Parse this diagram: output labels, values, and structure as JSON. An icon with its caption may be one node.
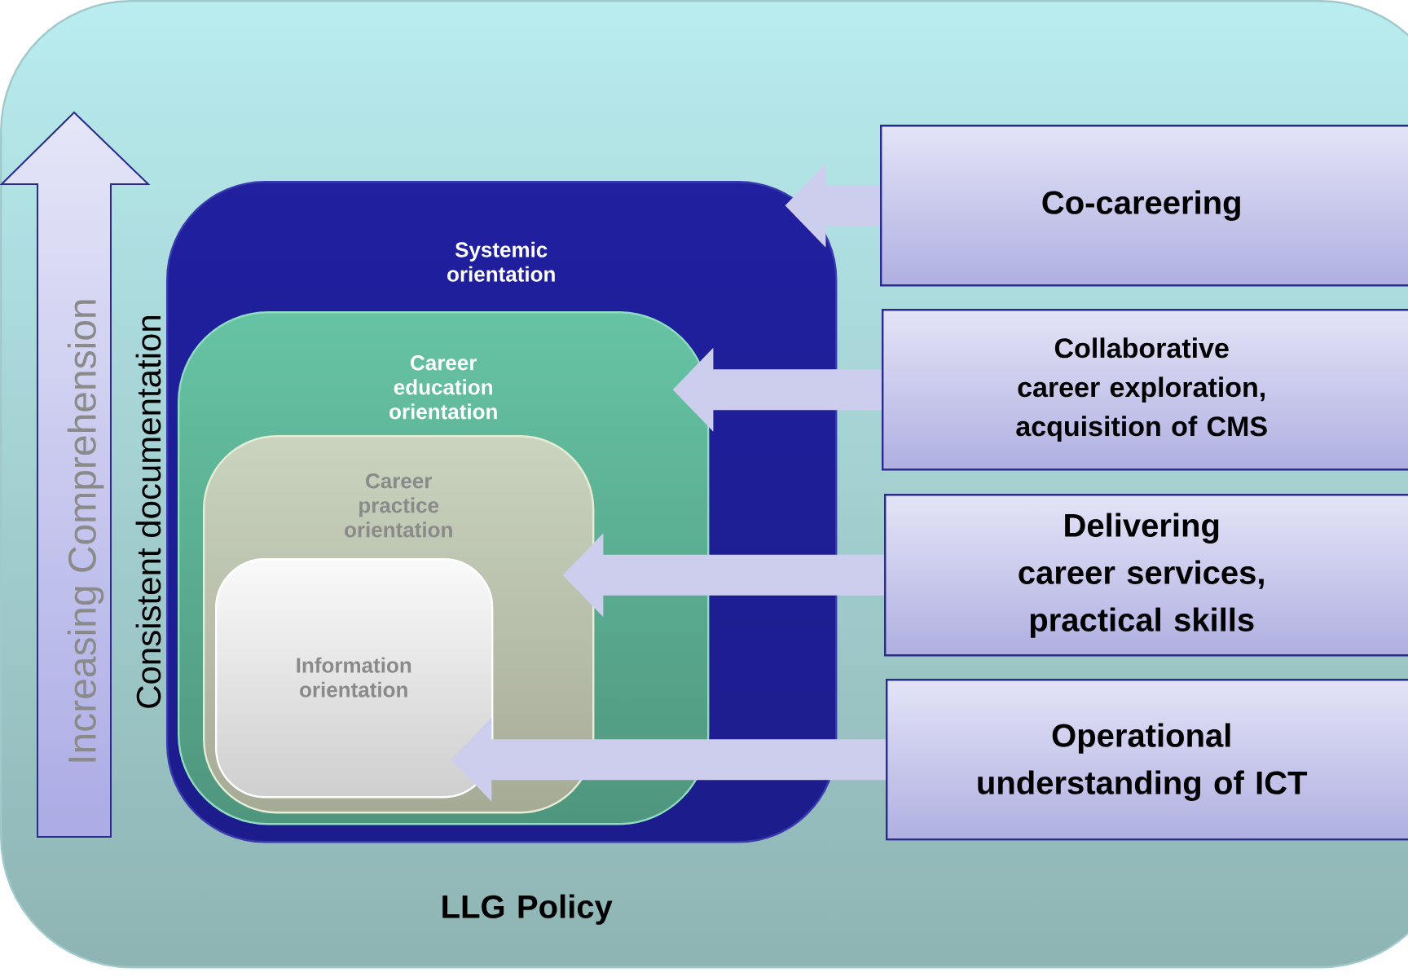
{
  "diagram": {
    "nodes": [
      {
        "text": [
          "LLG Policy"
        ]
      },
      {
        "text": [
          "Systemic orientation"
        ],
        "in": 0
      },
      {
        "text": [
          "Career education orientation"
        ],
        "in": 1
      },
      {
        "text": [
          "Career practice orientation"
        ],
        "in": 2
      },
      {
        "text": [
          "Information orientation"
        ],
        "in": 3
      },
      {
        "text": [
          "Co-careering"
        ],
        "in": 0
      },
      {
        "text": [
          "Collaborative career exploration, acquisition of CMS"
        ],
        "in": 0
      },
      {
        "text": [
          "Delivering career services, practical skills"
        ],
        "in": 0
      },
      {
        "text": [
          "Operational understanding of ICT"
        ],
        "in": 0
      },
      {
        "text": [
          "Increasing Comprehension"
        ],
        "in": 0
      }
    ],
    "edges": [
      {
        "from": 5,
        "to": 1,
        "arrow": "to"
      },
      {
        "from": 6,
        "to": 2,
        "arrow": "to"
      },
      {
        "from": 7,
        "to": 3,
        "arrow": "to"
      },
      {
        "from": 8,
        "to": 4,
        "arrow": "to"
      }
    ],
    "labels": [
      "Consistent documentation"
    ]
  }
}
